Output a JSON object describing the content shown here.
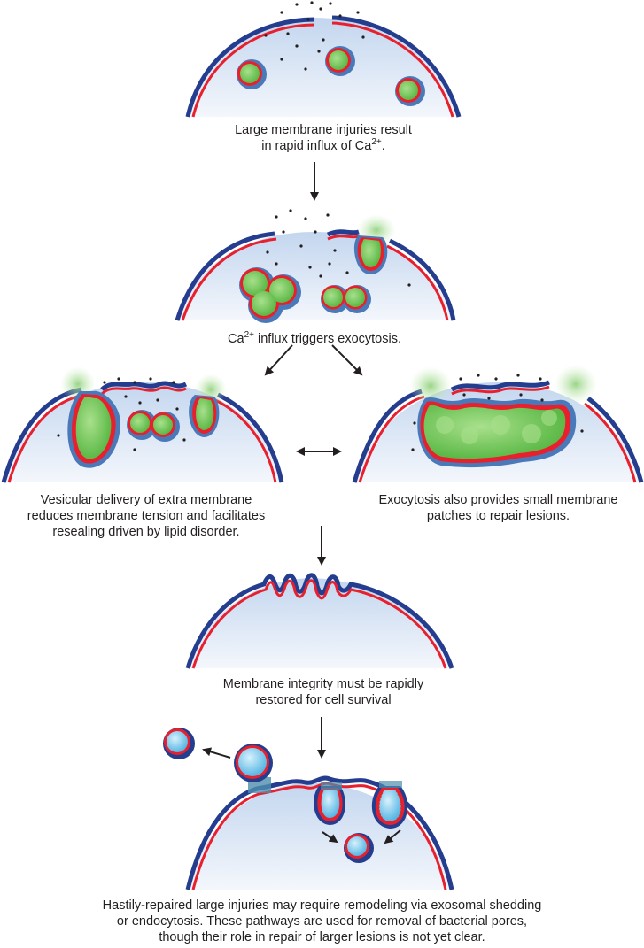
{
  "colors": {
    "membrane_outer": "#243d8f",
    "membrane_inner": "#e8202d",
    "cytoplasm_top": "#c3d6ef",
    "cytoplasm_bottom": "#f4f7fc",
    "vesicle_fill": "#7ccd62",
    "vesicle_edge": "#4a79b9",
    "endosome_fill": "#8fd2f2",
    "ion_dot": "#231f20",
    "arrow": "#231f20"
  },
  "stages": {
    "s1": {
      "caption_line1": "Large membrane injuries result",
      "caption_line2_pre": "in rapid influx of Ca",
      "caption_line2_sup": "2+",
      "caption_line2_post": "."
    },
    "s2": {
      "caption_pre": "Ca",
      "caption_sup": "2+",
      "caption_post": " influx triggers exocytosis."
    },
    "s3_left": {
      "caption_line1": "Vesicular delivery of extra membrane",
      "caption_line2": "reduces membrane tension and facilitates",
      "caption_line3": "resealing driven by lipid disorder."
    },
    "s3_right": {
      "caption_line1": "Exocytosis also provides small membrane",
      "caption_line2": "patches to repair lesions."
    },
    "s4": {
      "caption_line1": "Membrane integrity must be rapidly",
      "caption_line2": "restored for cell survival"
    },
    "s5": {
      "caption_line1": "Hastily-repaired large injuries may require remodeling via exosomal shedding",
      "caption_line2": "or endocytosis.  These pathways are used for removal of bacterial pores,",
      "caption_line3": "though their role in repair of larger lesions is not yet clear."
    }
  }
}
